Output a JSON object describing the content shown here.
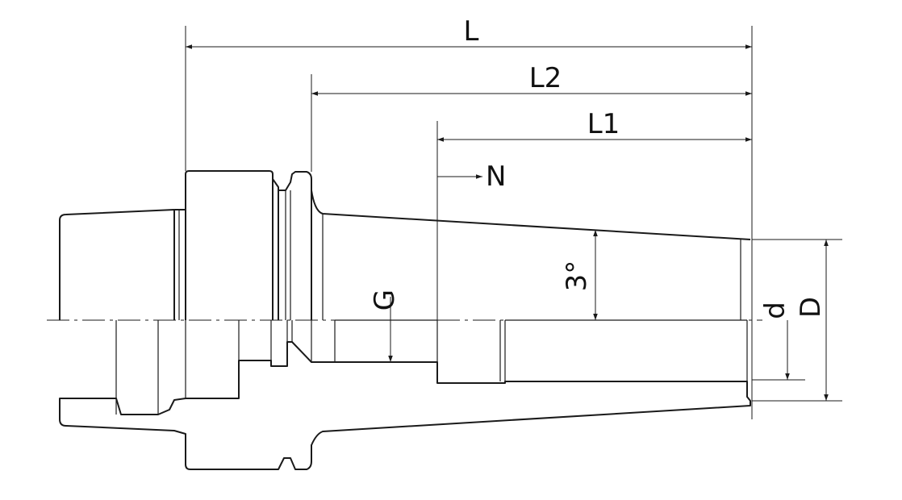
{
  "diagram": {
    "labels": {
      "L": "L",
      "L2": "L2",
      "L1": "L1",
      "N": "N",
      "G": "G",
      "angle": "3°",
      "d": "d",
      "D": "D"
    }
  }
}
